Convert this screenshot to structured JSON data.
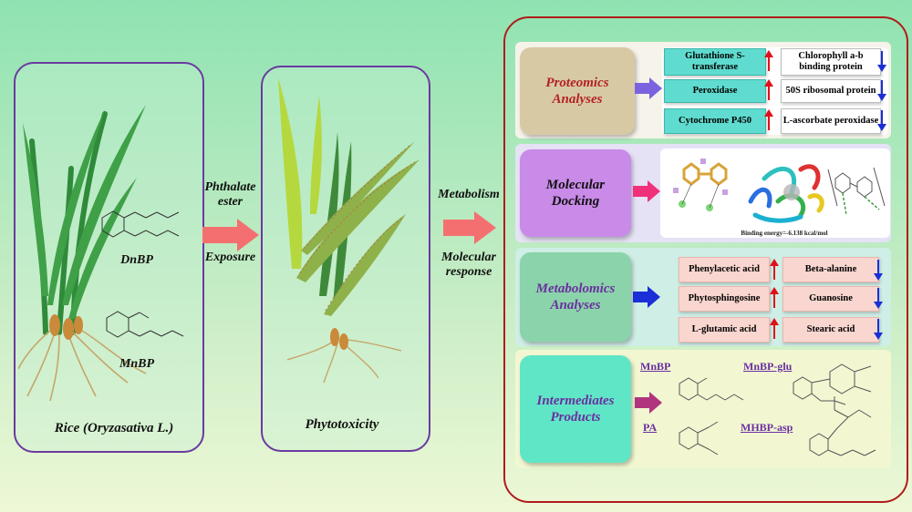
{
  "left_panel": {
    "molecule_1": "DnBP",
    "molecule_2": "MnBP",
    "caption": "Rice (Oryzasativa L.)"
  },
  "arrow_1": {
    "top": "Phthalate\nester",
    "bottom": "Exposure"
  },
  "middle_panel": {
    "caption": "Phytotoxicity"
  },
  "arrow_2": {
    "top": "Metabolism",
    "bottom": "Molecular\nresponse"
  },
  "proteomics": {
    "label": "Proteomics\nAnalyses",
    "items": [
      {
        "name": "Glutathione S-\ntransferase",
        "trend": "up"
      },
      {
        "name": "Chlorophyll a-b\nbinding protein",
        "trend": "down"
      },
      {
        "name": "Peroxidase",
        "trend": "up"
      },
      {
        "name": "50S ribosomal protein",
        "trend": "down"
      },
      {
        "name": "Cytochrome P450",
        "trend": "up"
      },
      {
        "name": "L-ascorbate peroxidase",
        "trend": "down"
      }
    ]
  },
  "docking": {
    "label": "Molecular\nDocking",
    "binding_energy": "Binding energy=-6.138 kcal/mol"
  },
  "metabolomics": {
    "label": "Metabolomics\nAnalyses",
    "items": [
      {
        "name": "Phenylacetic acid",
        "trend": "up"
      },
      {
        "name": "Beta-alanine",
        "trend": "down"
      },
      {
        "name": "Phytosphingosine",
        "trend": "up"
      },
      {
        "name": "Guanosine",
        "trend": "down"
      },
      {
        "name": "L-glutamic acid",
        "trend": "up"
      },
      {
        "name": "Stearic acid",
        "trend": "down"
      }
    ]
  },
  "intermediates": {
    "label": "Intermediates\nProducts",
    "compounds": [
      "MnBP",
      "MnBP-glu",
      "PA",
      "MHBP-asp"
    ]
  },
  "colors": {
    "purple_border": "#6a3aa0",
    "red_border": "#b01c1c",
    "up_arrow": "#e0101a",
    "down_arrow": "#1a2fd8",
    "proteomics_label": "#b22222",
    "purple_text": "#7b3fb0"
  }
}
